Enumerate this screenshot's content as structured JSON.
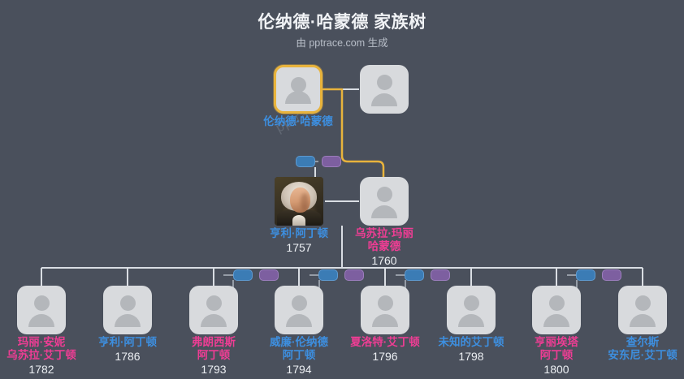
{
  "header": {
    "title": "伦纳德·哈蒙德 家族树",
    "subtitle": "由 pptrace.com 生成"
  },
  "watermark": "pptrace",
  "colors": {
    "background": "#4a505c",
    "highlight_path": "#e8b33c",
    "connector": "#d9dde3",
    "male_label": "#3d8fe0",
    "female_label": "#ee3d94",
    "year_text": "#eceff3",
    "avatar_fill": "#d8dadd",
    "badge_blue": "#3b7cb5",
    "badge_purple": "#7d5fa0"
  },
  "generations": {
    "gen1": {
      "root": {
        "name": "伦纳德·哈蒙德",
        "gender": "male",
        "year": "",
        "highlighted": true,
        "avatar": "person-placeholder-icon"
      },
      "spouse": {
        "name": "",
        "gender": "unknown",
        "year": "",
        "highlighted": false,
        "avatar": "person-placeholder-icon"
      }
    },
    "gen2": {
      "person": {
        "name": "亨利·阿丁顿",
        "gender": "male",
        "year": "1757",
        "highlighted": false,
        "avatar": "portrait-photo"
      },
      "spouse": {
        "name": "乌苏拉·玛丽 哈蒙德",
        "name_lines": [
          "乌苏拉·玛丽",
          "哈蒙德"
        ],
        "gender": "female",
        "year": "1760",
        "highlighted": false,
        "avatar": "person-placeholder-icon"
      },
      "badges": [
        "badge-blue",
        "badge-purple"
      ]
    },
    "gen3": {
      "children": [
        {
          "name_lines": [
            "玛丽·安妮",
            "乌苏拉·艾丁顿"
          ],
          "gender": "female",
          "year": "1782",
          "avatar": "person-placeholder-icon",
          "badges": []
        },
        {
          "name_lines": [
            "亨利·阿丁顿"
          ],
          "gender": "male",
          "year": "1786",
          "avatar": "person-placeholder-icon",
          "badges": []
        },
        {
          "name_lines": [
            "弗朗西斯",
            "阿丁顿"
          ],
          "gender": "female",
          "year": "1793",
          "avatar": "person-placeholder-icon",
          "badges": [
            "badge-blue",
            "badge-purple"
          ]
        },
        {
          "name_lines": [
            "威廉·伦纳德",
            "阿丁顿"
          ],
          "gender": "male",
          "year": "1794",
          "avatar": "person-placeholder-icon",
          "badges": [
            "badge-blue",
            "badge-purple"
          ]
        },
        {
          "name_lines": [
            "夏洛特·艾丁顿"
          ],
          "gender": "female",
          "year": "1796",
          "avatar": "person-placeholder-icon",
          "badges": [
            "badge-blue",
            "badge-purple"
          ]
        },
        {
          "name_lines": [
            "未知的艾丁顿"
          ],
          "gender": "male",
          "year": "1798",
          "avatar": "person-placeholder-icon",
          "badges": []
        },
        {
          "name_lines": [
            "亨丽埃塔",
            "阿丁顿"
          ],
          "gender": "female",
          "year": "1800",
          "avatar": "person-placeholder-icon",
          "badges": [
            "badge-blue",
            "badge-purple"
          ]
        },
        {
          "name_lines": [
            "查尔斯",
            "安东尼·艾丁顿"
          ],
          "gender": "male",
          "year": "",
          "avatar": "person-placeholder-icon",
          "badges": []
        }
      ]
    }
  }
}
